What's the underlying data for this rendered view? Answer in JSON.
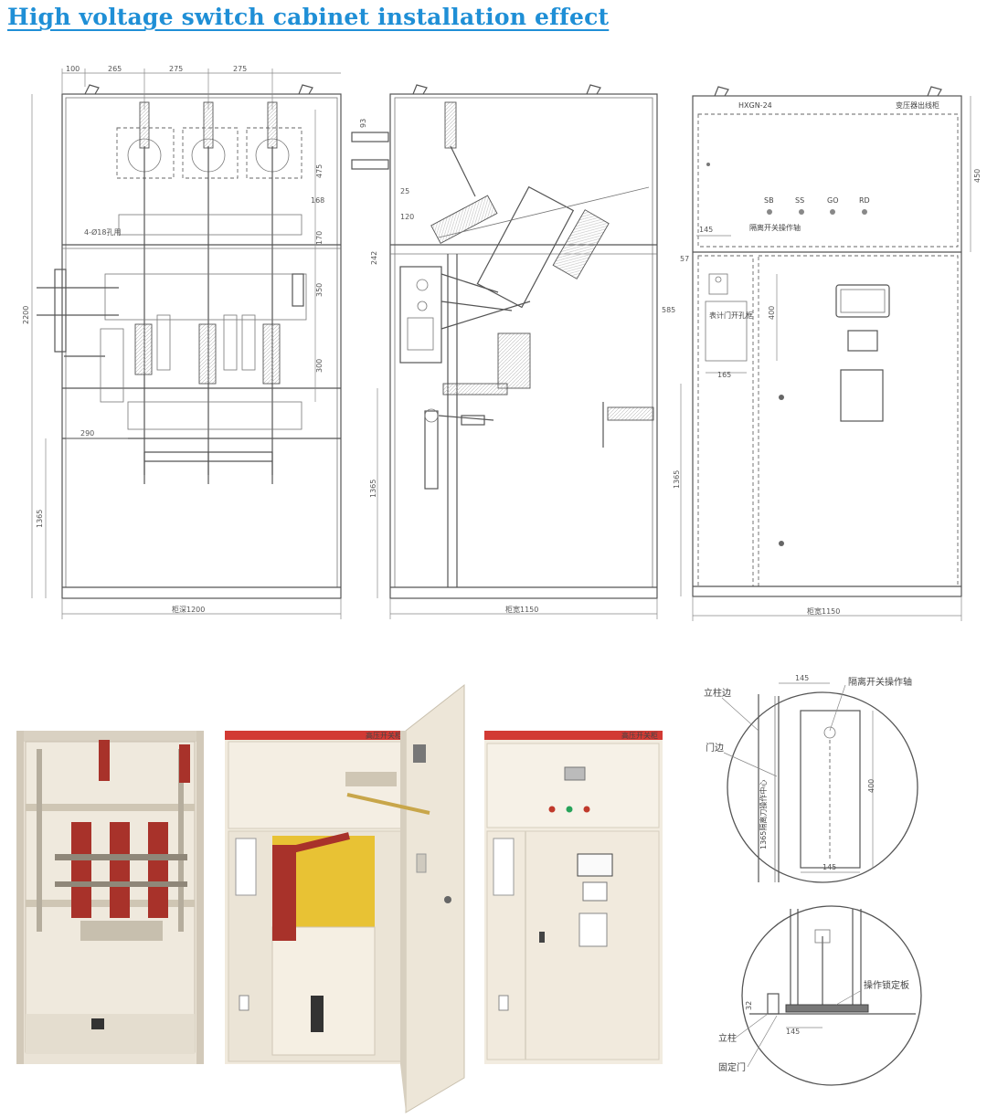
{
  "title": "High voltage switch cabinet installation effect",
  "front_view": {
    "top_dims": [
      "100",
      "265",
      "275",
      "275"
    ],
    "right_dims": [
      "475",
      "168",
      "170",
      "350",
      "300"
    ],
    "left_dims": [
      "2200",
      "1365"
    ],
    "inner_dims": [
      "4-Ø18孔用",
      "290"
    ],
    "bottom_label": "柜深1200"
  },
  "side_view": {
    "dims": [
      "93",
      "25",
      "120",
      "242",
      "1365"
    ],
    "bottom_label": "柜宽1150"
  },
  "panel_view": {
    "model": "HXGN-24",
    "cabinet_name": "变压器出线柜",
    "indicators": [
      "SB",
      "SS",
      "GO",
      "RD"
    ],
    "isolator_label": "隔离开关操作轴",
    "small_box_label": "表计门开孔框",
    "dims": [
      "450",
      "145",
      "57",
      "585",
      "400",
      "165",
      "1365"
    ],
    "bottom_label": "柜宽1150"
  },
  "detail_top": {
    "dim_top": "145",
    "dim_bottom": "145",
    "dim_side": "400",
    "vertical_text": "1365隔离刀操作中心",
    "label_column": "立柱边",
    "label_door": "门边",
    "label_shaft": "隔离开关操作轴"
  },
  "detail_bottom": {
    "dim_side": "32",
    "dim_bottom": "145",
    "label_plate": "操作锁定板",
    "label_column": "立柱",
    "label_fixed_door": "固定门"
  },
  "photo2_header": "高压开关柜",
  "photo3_header": "高压开关柜",
  "colors": {
    "title": "#1f8fd6",
    "cabinet_body": "#f2ece0",
    "cabinet_header": "#d23a34",
    "insulator": "#a8322a",
    "yellow_panel": "#e8c234"
  }
}
